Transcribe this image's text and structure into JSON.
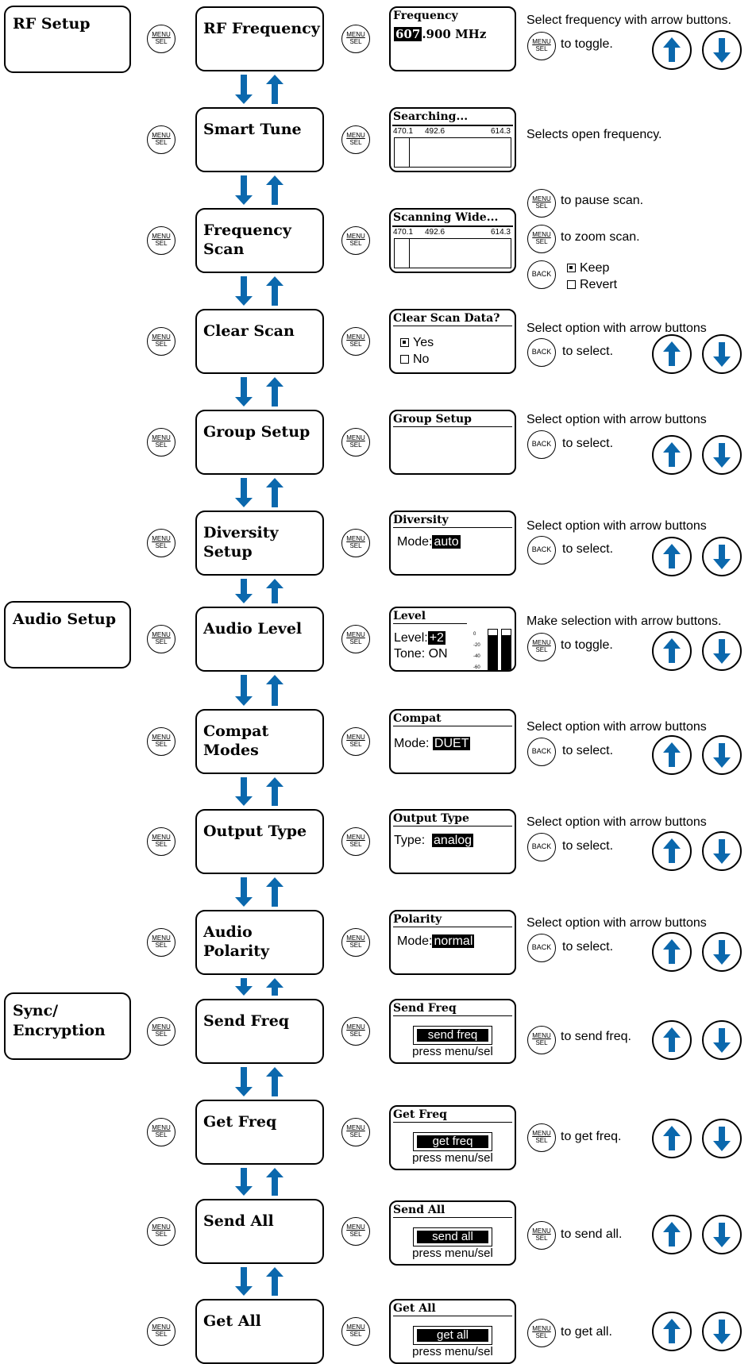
{
  "categories": {
    "rf_setup": "RF Setup",
    "audio_setup": "Audio Setup",
    "sync": "Sync/\nEncryption"
  },
  "button_labels": {
    "menu": "MENU",
    "sel": "SEL",
    "back": "BACK"
  },
  "menus": [
    {
      "label": "RF Frequency"
    },
    {
      "label": "Smart Tune"
    },
    {
      "label": "Frequency\nScan"
    },
    {
      "label": "Clear Scan"
    },
    {
      "label": "Group Setup"
    },
    {
      "label": "Diversity\nSetup"
    },
    {
      "label": "Audio Level"
    },
    {
      "label": "Compat Modes"
    },
    {
      "label": "Output Type"
    },
    {
      "label": "Audio\nPolarity"
    },
    {
      "label": "Send Freq"
    },
    {
      "label": "Get Freq"
    },
    {
      "label": "Send All"
    },
    {
      "label": "Get All"
    }
  ],
  "screens": {
    "rf_frequency": {
      "title": "Frequency",
      "value_highlight": "607",
      "value_rest": ".900 MHz"
    },
    "smart_tune": {
      "title": "Searching...",
      "axis": [
        "470.1",
        "492.6",
        "614.3"
      ]
    },
    "frequency_scan": {
      "title": "Scanning Wide...",
      "axis": [
        "470.1",
        "492.6",
        "614.3"
      ]
    },
    "clear_scan": {
      "title": "Clear Scan Data?",
      "opt1": "Yes",
      "opt2": "No"
    },
    "group_setup": {
      "title": "Group Setup"
    },
    "diversity": {
      "title": "Diversity",
      "label": "Mode:",
      "value": "auto"
    },
    "audio_level": {
      "title": "Level",
      "level_label": "Level:",
      "level_value": "+2",
      "tone": "Tone: ON",
      "scale": [
        "0",
        "-20",
        "-40",
        "-60"
      ]
    },
    "compat": {
      "title": "Compat",
      "label": "Mode:",
      "value": "DUET"
    },
    "output_type": {
      "title": "Output Type",
      "label": "Type:",
      "value": "analog"
    },
    "polarity": {
      "title": "Polarity",
      "label": "Mode:",
      "value": "normal"
    },
    "send_freq": {
      "title": "Send Freq",
      "button": "send freq",
      "press": "press menu/sel"
    },
    "get_freq": {
      "title": "Get Freq",
      "button": "get freq",
      "press": "press menu/sel"
    },
    "send_all": {
      "title": "Send All",
      "button": "send all",
      "press": "press menu/sel"
    },
    "get_all": {
      "title": "Get All",
      "button": "get all",
      "press": "press menu/sel"
    }
  },
  "descriptions": {
    "rf_frequency": {
      "line1": "Select frequency with arrow buttons.",
      "line2": "to toggle."
    },
    "smart_tune": {
      "line1": "Selects open frequency."
    },
    "frequency_scan": {
      "pause": "to pause scan.",
      "zoom": "to zoom scan.",
      "keep": "Keep",
      "revert": "Revert"
    },
    "clear_scan": {
      "line1": "Select option with arrow buttons",
      "line2": "to select."
    },
    "group_setup": {
      "line1": "Select option with arrow buttons",
      "line2": "to select."
    },
    "diversity": {
      "line1": "Select option with arrow buttons",
      "line2": "to select."
    },
    "audio_level": {
      "line1": "Make selection with arrow buttons.",
      "line2": "to toggle."
    },
    "compat": {
      "line1": "Select option with arrow buttons",
      "line2": "to select."
    },
    "output_type": {
      "line1": "Select option with arrow buttons",
      "line2": "to select."
    },
    "polarity": {
      "line1": "Select option with arrow buttons",
      "line2": "to select."
    },
    "send_freq": {
      "line1": "to send freq."
    },
    "get_freq": {
      "line1": "to get freq."
    },
    "send_all": {
      "line1": "to send all."
    },
    "get_all": {
      "line1": "to get all."
    }
  },
  "colors": {
    "arrow": "#0b68ad",
    "line": "#000000"
  }
}
